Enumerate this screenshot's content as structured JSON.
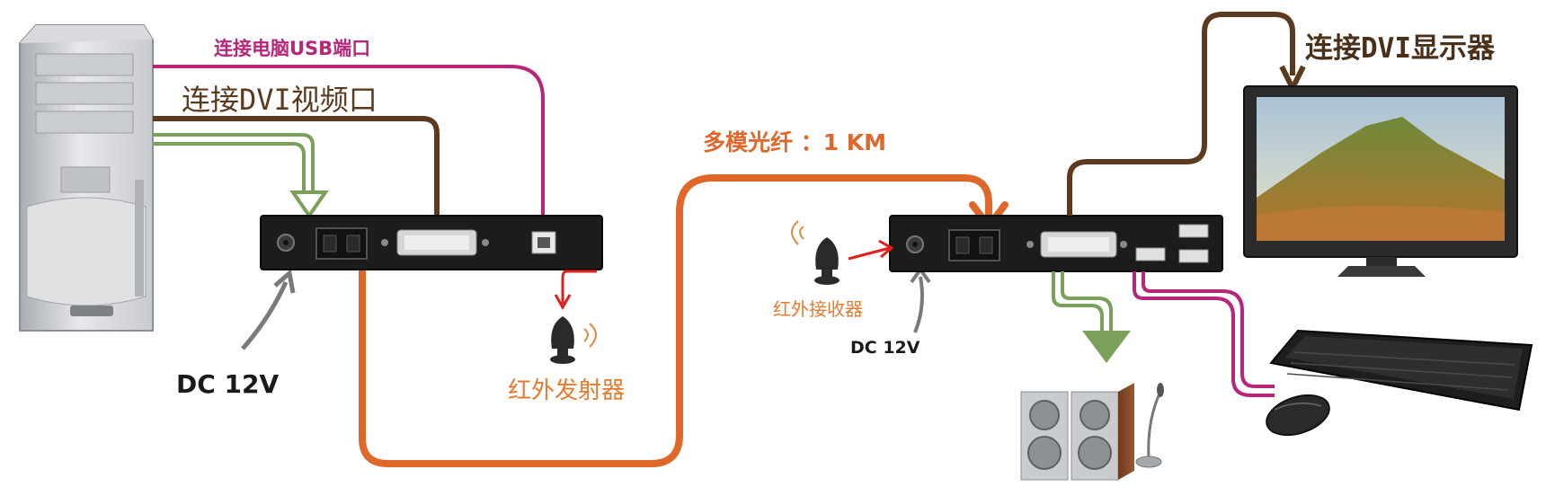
{
  "labels": {
    "usb_connect": "连接电脑USB端口",
    "dvi_input": "连接DVI视频口",
    "fiber": "多模光纤 ：1 KM",
    "dc_left": "DC 12V",
    "ir_transmitter": "红外发射器",
    "ir_receiver": "红外接收器",
    "dc_right": "DC 12V",
    "dvi_display": "连接DVI显示器"
  },
  "colors": {
    "usb_line": "#b8267a",
    "dvi_line": "#5b3a1e",
    "audio_line": "#7aa05a",
    "fiber_line": "#e0672a",
    "power_line": "#777777",
    "ir_signal": "#e0201a",
    "device_body": "#1c1c1c"
  },
  "icons": {
    "pc": "pc-tower-icon",
    "transmitter": "kvm-transmitter-icon",
    "receiver": "kvm-receiver-icon",
    "ir_tx": "ir-transmitter-icon",
    "ir_rx": "ir-receiver-icon",
    "monitor": "monitor-icon",
    "speakers": "speakers-icon",
    "microphone": "microphone-icon",
    "keyboard": "keyboard-icon",
    "mouse": "mouse-icon"
  }
}
